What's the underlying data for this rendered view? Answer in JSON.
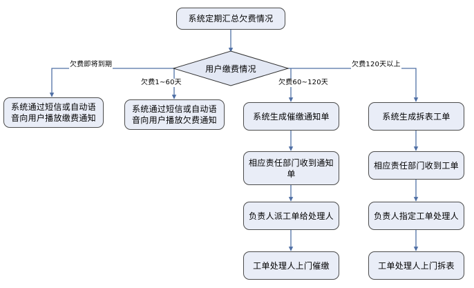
{
  "diagram": {
    "title_node": "系统定期汇总欠费情况",
    "decision": "用户缴费情况",
    "edge_labels": {
      "due_soon": "欠费即将到期",
      "days_1_60": "欠费1~60天",
      "days_60_120": "欠费60~120天",
      "days_over_120": "欠费120天以上"
    },
    "branch_a": {
      "step1": "系统通过短信或自动语音向用户播放缴费通知"
    },
    "branch_b": {
      "step1": "系统通过短信或自动语音向用户播放欠费通知"
    },
    "branch_c": {
      "step1": "系统生成催缴通知单",
      "step2": "相应责任部门收到通知单",
      "step3": "负责人派工单给处理人",
      "step4": "工单处理人上门催缴"
    },
    "branch_d": {
      "step1": "系统生成拆表工单",
      "step2": "相应责任部门收到工单",
      "step3": "负责人指定工单处理人",
      "step4": "工单处理人上门拆表"
    },
    "colors": {
      "node_fill": "#e9edf7",
      "node_border": "#4a4a4a",
      "connector": "#4f6fa5",
      "background": "#ffffff"
    }
  }
}
